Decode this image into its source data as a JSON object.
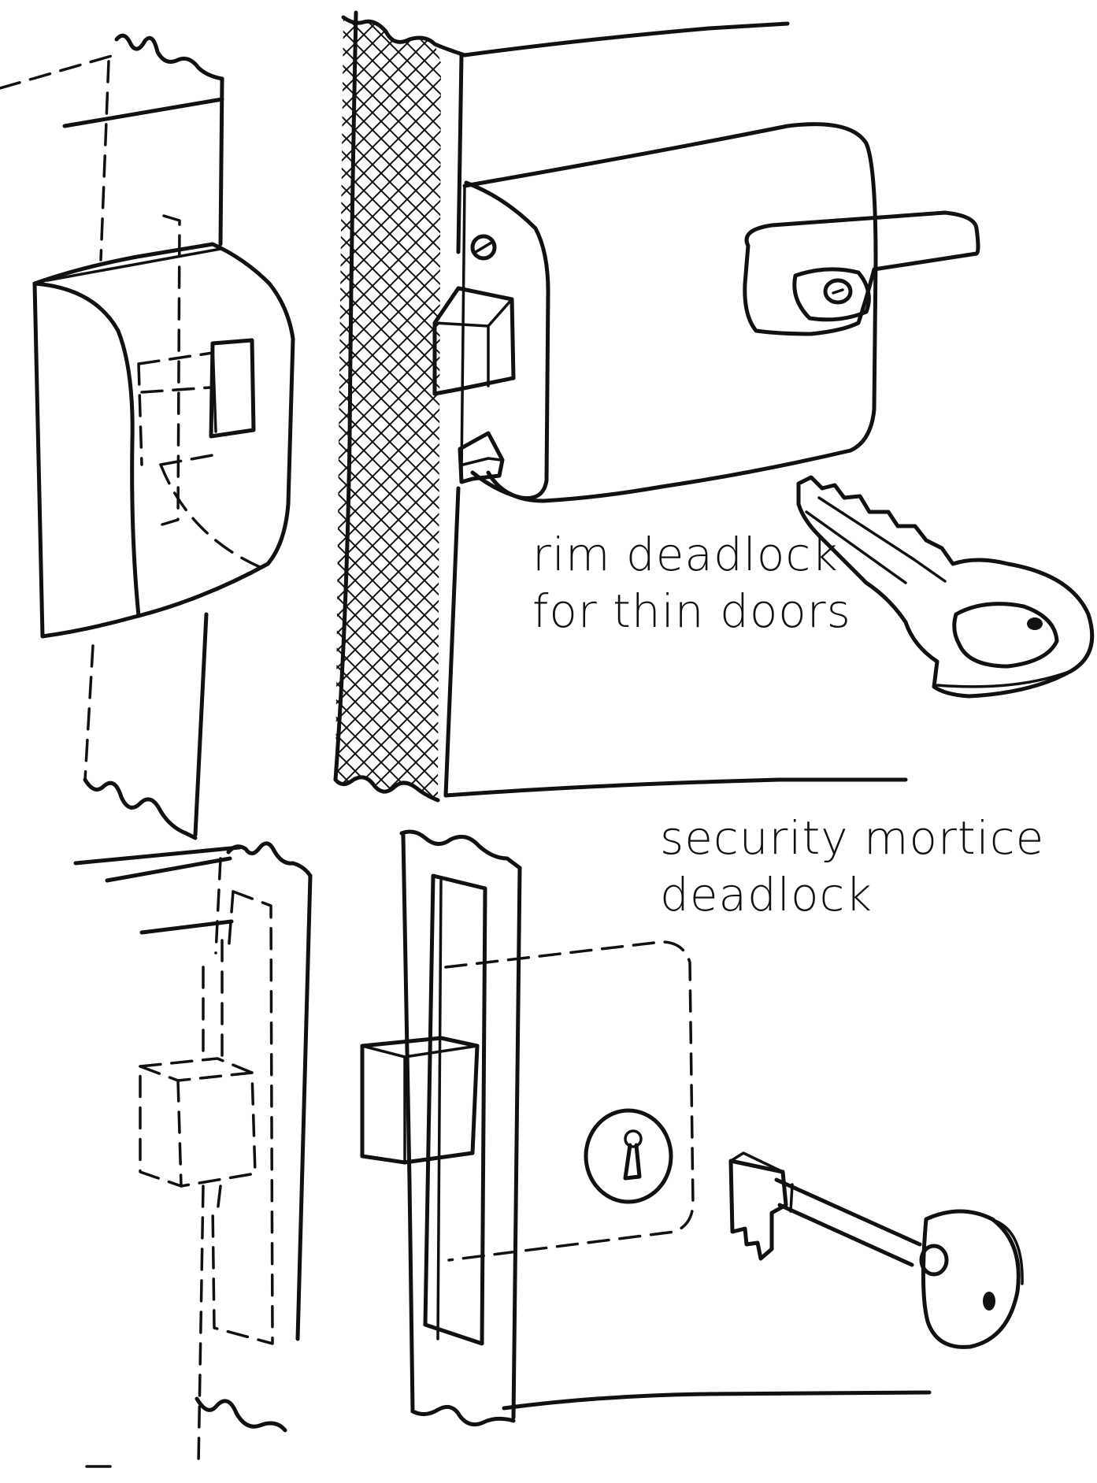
{
  "captions": {
    "rim": {
      "line1": "rim deadlock",
      "line2": "for thin doors"
    },
    "mortice": {
      "line1": "security mortice",
      "line2": "deadlock"
    }
  },
  "drawing": {
    "ink_color": "#111111",
    "background": "#ffffff",
    "parts": [
      "rim-deadlock-staple",
      "door-edge-hatched",
      "rim-deadlock-case",
      "rim-deadlock-key",
      "mortice-box-keep",
      "mortice-deadlock-case",
      "mortice-lever-key"
    ]
  }
}
